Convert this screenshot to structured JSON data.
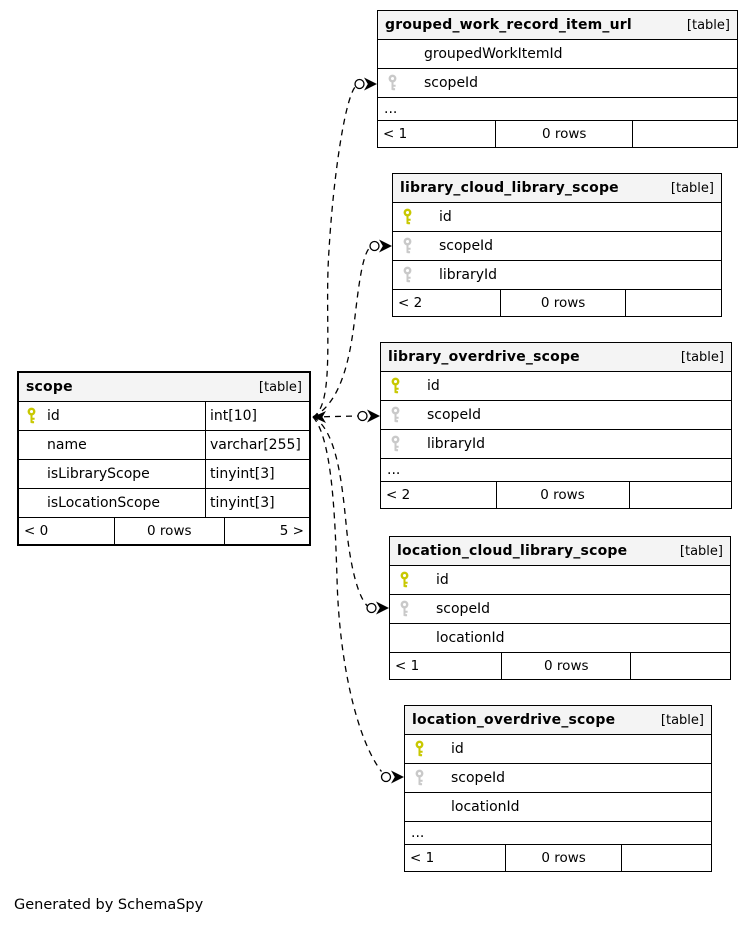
{
  "generated_by": "Generated by SchemaSpy",
  "colors": {
    "primary_key_icon": "#c8c800",
    "foreign_key_icon": "#c9c9c9",
    "table_header_bg": "#f4f4f4",
    "border": "#000000"
  },
  "relationships": [
    {
      "from": "scope.id",
      "to": "grouped_work_record_item_url.scopeId",
      "style": "dashed"
    },
    {
      "from": "scope.id",
      "to": "library_cloud_library_scope.scopeId",
      "style": "dashed"
    },
    {
      "from": "scope.id",
      "to": "library_overdrive_scope.scopeId",
      "style": "dashed"
    },
    {
      "from": "scope.id",
      "to": "location_cloud_library_scope.scopeId",
      "style": "dashed"
    },
    {
      "from": "scope.id",
      "to": "location_overdrive_scope.scopeId",
      "style": "dashed"
    }
  ],
  "tables": [
    {
      "name": "grouped_work_record_item_url",
      "tag": "[table]",
      "columns": [
        {
          "name": "groupedWorkItemId",
          "key": "none"
        },
        {
          "name": "scopeId",
          "key": "foreign"
        }
      ],
      "ellipsis": "...",
      "footer": {
        "left": "< 1",
        "center": "0 rows",
        "right": ""
      }
    },
    {
      "name": "library_cloud_library_scope",
      "tag": "[table]",
      "columns": [
        {
          "name": "id",
          "key": "primary"
        },
        {
          "name": "scopeId",
          "key": "foreign"
        },
        {
          "name": "libraryId",
          "key": "foreign"
        }
      ],
      "footer": {
        "left": "< 2",
        "center": "0 rows",
        "right": ""
      }
    },
    {
      "name": "library_overdrive_scope",
      "tag": "[table]",
      "columns": [
        {
          "name": "id",
          "key": "primary"
        },
        {
          "name": "scopeId",
          "key": "foreign"
        },
        {
          "name": "libraryId",
          "key": "foreign"
        }
      ],
      "ellipsis": "...",
      "footer": {
        "left": "< 2",
        "center": "0 rows",
        "right": ""
      }
    },
    {
      "name": "scope",
      "tag": "[table]",
      "columns": [
        {
          "name": "id",
          "type": "int[10]",
          "key": "primary"
        },
        {
          "name": "name",
          "type": "varchar[255]",
          "key": "none"
        },
        {
          "name": "isLibraryScope",
          "type": "tinyint[3]",
          "key": "none"
        },
        {
          "name": "isLocationScope",
          "type": "tinyint[3]",
          "key": "none"
        }
      ],
      "footer": {
        "left": "< 0",
        "center": "0 rows",
        "right": "5 >"
      }
    },
    {
      "name": "location_cloud_library_scope",
      "tag": "[table]",
      "columns": [
        {
          "name": "id",
          "key": "primary"
        },
        {
          "name": "scopeId",
          "key": "foreign"
        },
        {
          "name": "locationId",
          "key": "none"
        }
      ],
      "footer": {
        "left": "< 1",
        "center": "0 rows",
        "right": ""
      }
    },
    {
      "name": "location_overdrive_scope",
      "tag": "[table]",
      "columns": [
        {
          "name": "id",
          "key": "primary"
        },
        {
          "name": "scopeId",
          "key": "foreign"
        },
        {
          "name": "locationId",
          "key": "none"
        }
      ],
      "ellipsis": "...",
      "footer": {
        "left": "< 1",
        "center": "0 rows",
        "right": ""
      }
    }
  ]
}
